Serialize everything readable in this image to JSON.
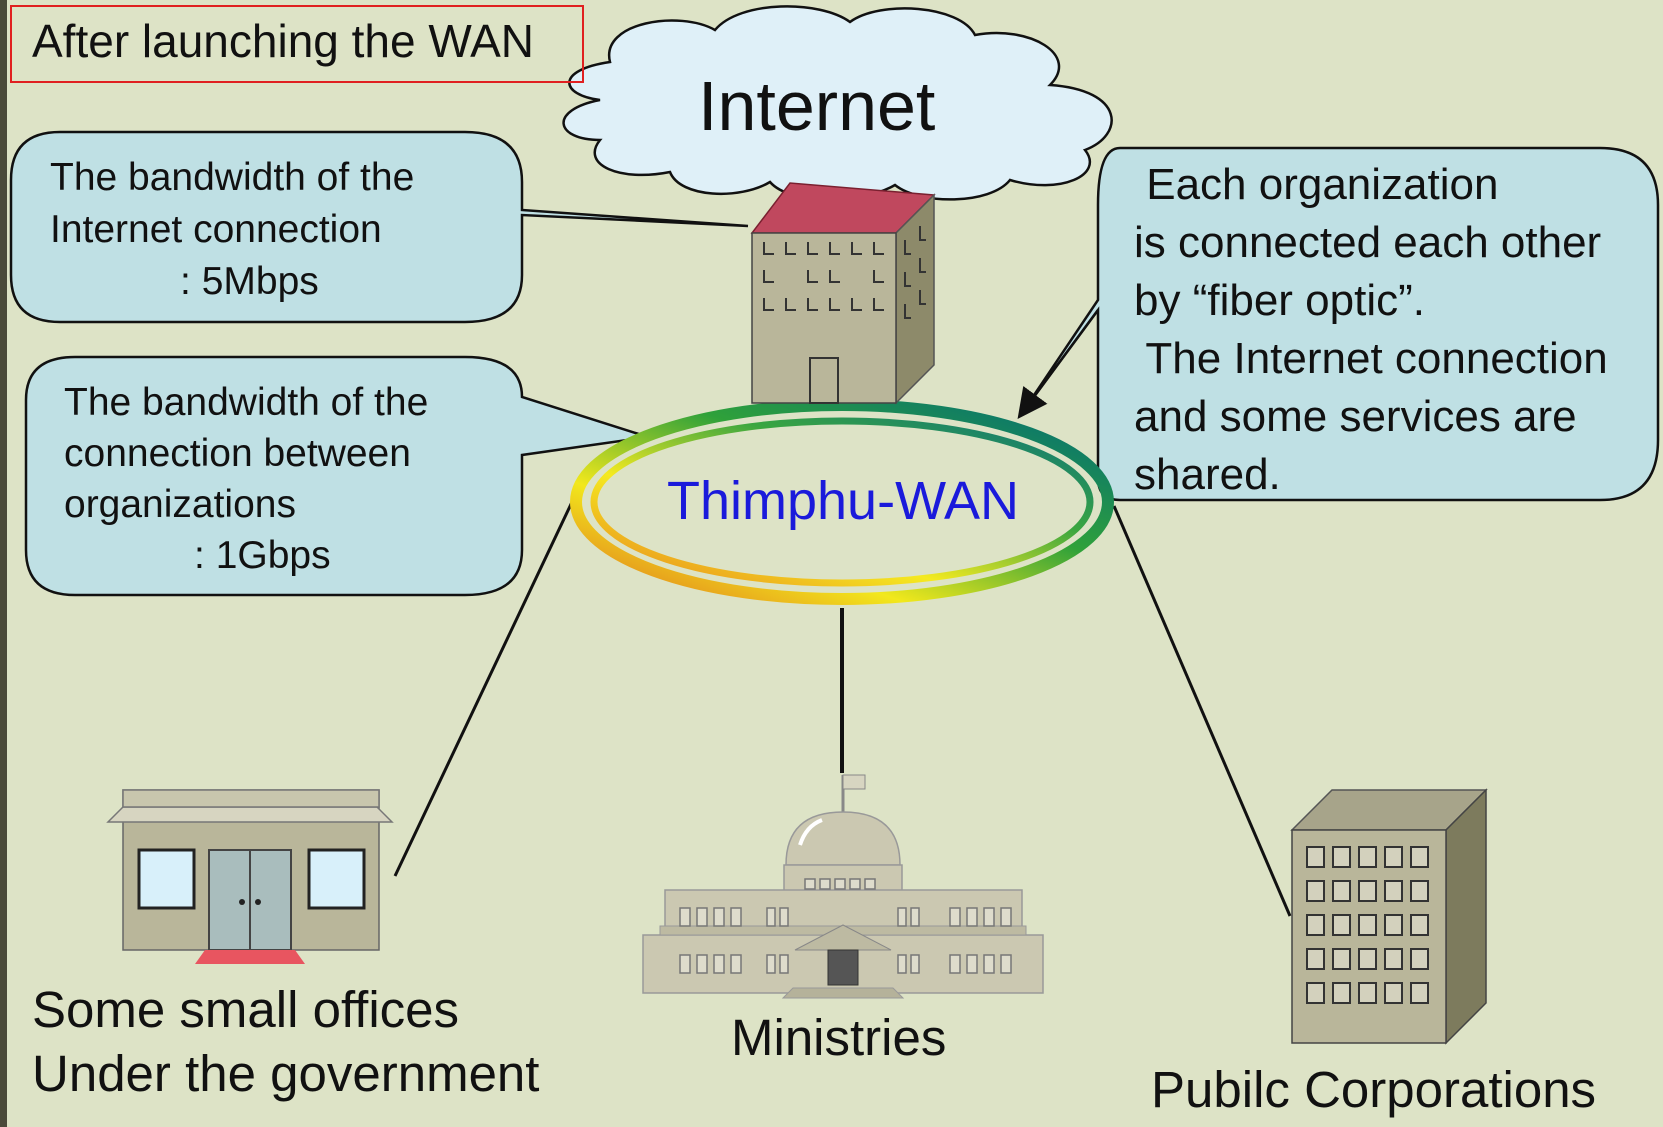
{
  "title": "After launching the WAN",
  "cloud_label": "Internet",
  "wan_label": "Thimphu-WAN",
  "callouts": {
    "internet_bandwidth": "The bandwidth of the\nInternet connection\n            : 5Mbps",
    "org_bandwidth": "The bandwidth of the\nconnection between\norganizations\n            : 1Gbps",
    "fiber_note": " Each organization\nis connected each other\nby “fiber optic”.\n The Internet connection\nand some services are\nshared."
  },
  "nodes": {
    "small_offices": "Some small offices\nUnder the government",
    "ministries": "Ministries",
    "public_corporations": "Pubilc Corporations"
  },
  "colors": {
    "background": "#dde3c6",
    "callout_fill": "#bfe0e4",
    "cloud_fill": "#dff0f8",
    "wan_text": "#1a1adb",
    "title_border": "#e02020",
    "roof": "#c0485e",
    "building": "#b9b69a"
  }
}
